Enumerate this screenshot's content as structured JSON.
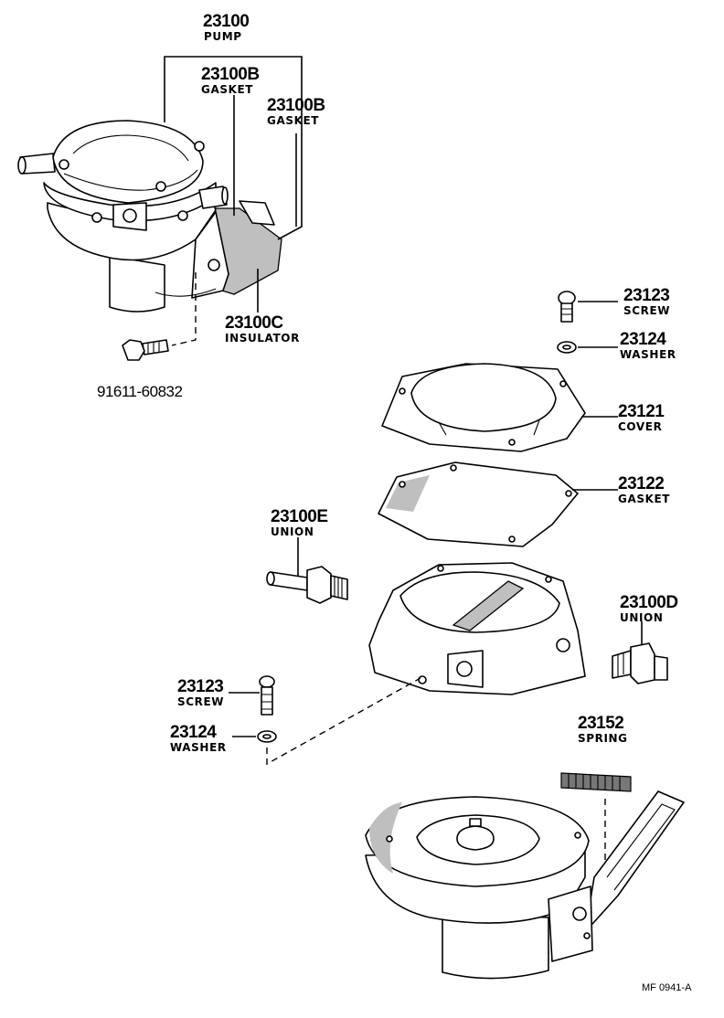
{
  "callouts": [
    {
      "id": "pump",
      "number": "23100",
      "name": "PUMP"
    },
    {
      "id": "gasket-a",
      "number": "23100B",
      "name": "GASKET"
    },
    {
      "id": "gasket-b",
      "number": "23100B",
      "name": "GASKET"
    },
    {
      "id": "insulator",
      "number": "23100C",
      "name": "INSULATOR"
    },
    {
      "id": "bolt",
      "number": "91611-60832",
      "name": ""
    },
    {
      "id": "screw-top",
      "number": "23123",
      "name": "SCREW"
    },
    {
      "id": "washer-top",
      "number": "23124",
      "name": "WASHER"
    },
    {
      "id": "cover",
      "number": "23121",
      "name": "COVER"
    },
    {
      "id": "gasket-c",
      "number": "23122",
      "name": "GASKET"
    },
    {
      "id": "union-e",
      "number": "23100E",
      "name": "UNION"
    },
    {
      "id": "union-d",
      "number": "23100D",
      "name": "UNION"
    },
    {
      "id": "screw-left",
      "number": "23123",
      "name": "SCREW"
    },
    {
      "id": "washer-left",
      "number": "23124",
      "name": "WASHER"
    },
    {
      "id": "spring",
      "number": "23152",
      "name": "SPRING"
    }
  ],
  "figure_code": "MF 0941-A"
}
